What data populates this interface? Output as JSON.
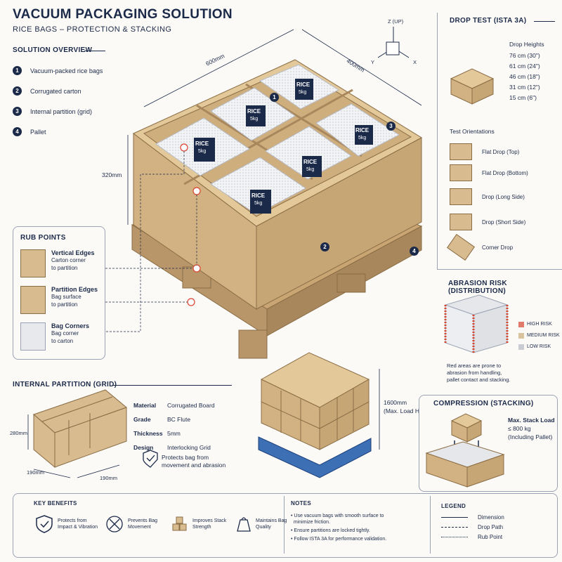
{
  "header": {
    "title": "VACUUM PACKAGING SOLUTION",
    "subtitle": "RICE BAGS – PROTECTION & STACKING"
  },
  "overview": {
    "heading": "SOLUTION OVERVIEW",
    "items": [
      {
        "num": "1",
        "label": "Vacuum-packed rice bags"
      },
      {
        "num": "2",
        "label": "Corrugated carton"
      },
      {
        "num": "3",
        "label": "Internal partition (grid)"
      },
      {
        "num": "4",
        "label": "Pallet"
      }
    ]
  },
  "axes": {
    "z": "Z (UP)",
    "y": "Y",
    "x": "X"
  },
  "dimensions": {
    "length": "600mm",
    "width": "400mm",
    "height": "320mm"
  },
  "bag": {
    "brand": "RICE",
    "weight": "5kg"
  },
  "callouts": {
    "c1": "1",
    "c2": "2",
    "c3": "3",
    "c4": "4"
  },
  "rub_points": {
    "heading": "RUB POINTS",
    "items": [
      {
        "title": "Vertical Edges",
        "desc1": "Carton corner",
        "desc2": "to partition"
      },
      {
        "title": "Partition Edges",
        "desc1": "Bag surface",
        "desc2": "to partition"
      },
      {
        "title": "Bag Corners",
        "desc1": "Bag corner",
        "desc2": "to carton"
      }
    ]
  },
  "partition": {
    "heading": "INTERNAL PARTITION (GRID)",
    "height": "280mm",
    "cell_a": "190mm",
    "cell_b": "190mm",
    "specs": [
      {
        "key": "Material",
        "value": "Corrugated Board"
      },
      {
        "key": "Grade",
        "value": "BC Flute"
      },
      {
        "key": "Thickness",
        "value": "5mm"
      },
      {
        "key": "Design",
        "value": "Interlocking Grid"
      }
    ],
    "protect_text1": "Protects bag from",
    "protect_text2": "movement and abrasion"
  },
  "stack": {
    "height_label": "1600mm",
    "height_note": "(Max. Load Height)"
  },
  "drop_test": {
    "heading": "DROP TEST (ISTA 3A)",
    "heights_heading": "Drop Heights",
    "heights": [
      {
        "cm": "76 cm",
        "in": "(30\")"
      },
      {
        "cm": "61 cm",
        "in": "(24\")"
      },
      {
        "cm": "46 cm",
        "in": "(18\")"
      },
      {
        "cm": "31 cm",
        "in": "(12\")"
      },
      {
        "cm": "15 cm",
        "in": "(6\")"
      }
    ],
    "orient_heading": "Test Orientations",
    "orientations": [
      "Flat Drop (Top)",
      "Flat Drop (Bottom)",
      "Drop (Long Side)",
      "Drop (Short Side)",
      "Corner Drop"
    ]
  },
  "abrasion": {
    "heading": "ABRASION RISK (DISTRIBUTION)",
    "levels": [
      {
        "label": "HIGH RISK",
        "color": "#e07a6a"
      },
      {
        "label": "MEDIUM RISK",
        "color": "#d8c3a0"
      },
      {
        "label": "LOW RISK",
        "color": "#c9ccd3"
      }
    ],
    "note1": "Red areas are prone to",
    "note2": "abrasion from handling,",
    "note3": "pallet contact and stacking."
  },
  "compression": {
    "heading": "COMPRESSION (STACKING)",
    "label1": "Max. Stack Load",
    "label2": "≤ 800 kg",
    "label3": "(Including Pallet)"
  },
  "benefits": {
    "heading": "KEY BENEFITS",
    "items": [
      {
        "line1": "Protects from",
        "line2": "Impact & Vibration",
        "icon": "shield-check-icon"
      },
      {
        "line1": "Prevents Bag",
        "line2": "Movement",
        "icon": "crossed-arrows-icon"
      },
      {
        "line1": "Improves Stack",
        "line2": "Strength",
        "icon": "stacked-boxes-icon"
      },
      {
        "line1": "Maintains Bag",
        "line2": "Quality",
        "icon": "bag-icon"
      }
    ]
  },
  "notes": {
    "heading": "NOTES",
    "items": [
      {
        "line1": "Use vacuum bags with smooth surface to",
        "line2": "minimize friction."
      },
      {
        "line1": "Ensure partitions are locked tightly.",
        "line2": ""
      },
      {
        "line1": "Follow ISTA 3A for performance validation.",
        "line2": ""
      }
    ]
  },
  "legend": {
    "heading": "LEGEND",
    "items": [
      "Dimension",
      "Drop Path",
      "Rub Point"
    ]
  },
  "colors": {
    "navy": "#1c2a4a",
    "kraft": "#d8bb8f",
    "kraft_dark": "#b8966a",
    "pallet_blue": "#3d6fb5",
    "risk_red": "#d9452f"
  }
}
